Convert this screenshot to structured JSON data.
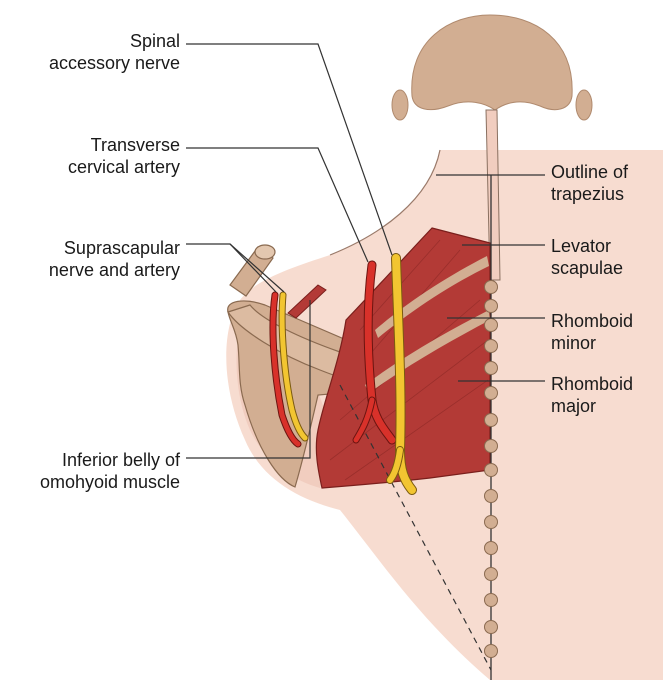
{
  "labels": {
    "spinal_accessory_nerve": [
      "Spinal",
      "accessory nerve"
    ],
    "transverse_cervical_artery": [
      "Transverse",
      "cervical artery"
    ],
    "suprascapular_nerve_and_artery": [
      "Suprascapular",
      "nerve and artery"
    ],
    "inferior_belly_omohyoid": [
      "Inferior belly of",
      "omohyoid muscle"
    ],
    "outline_of_trapezius": [
      "Outline of",
      "trapezius"
    ],
    "levator_scapulae": [
      "Levator",
      "scapulae"
    ],
    "rhomboid_minor": [
      "Rhomboid",
      "minor"
    ],
    "rhomboid_major": [
      "Rhomboid",
      "major"
    ]
  },
  "colors": {
    "skin": "#f7dcd0",
    "bone": "#d2ae92",
    "muscle": "#b33a36",
    "nerve": "#f2c531",
    "artery": "#d8312a",
    "leader_line": "#333333"
  }
}
